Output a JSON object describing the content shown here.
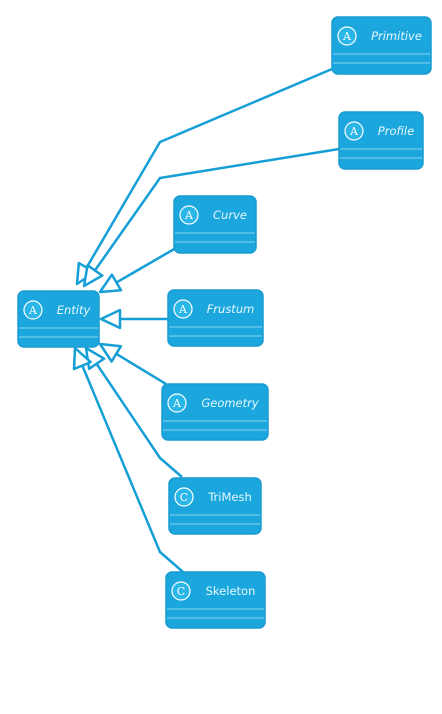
{
  "colors": {
    "class_fill": "#1ba7dd",
    "edge": "#159fd6",
    "text": "#e6f7ff",
    "background": "#ffffff"
  },
  "nodes": [
    {
      "id": "entity",
      "name": "Entity",
      "kind": "A",
      "abstract": true,
      "icon": "abstract-badge-icon"
    },
    {
      "id": "primitive",
      "name": "Primitive",
      "kind": "A",
      "abstract": true,
      "icon": "abstract-badge-icon"
    },
    {
      "id": "profile",
      "name": "Profile",
      "kind": "A",
      "abstract": true,
      "icon": "abstract-badge-icon"
    },
    {
      "id": "curve",
      "name": "Curve",
      "kind": "A",
      "abstract": true,
      "icon": "abstract-badge-icon"
    },
    {
      "id": "frustum",
      "name": "Frustum",
      "kind": "A",
      "abstract": true,
      "icon": "abstract-badge-icon"
    },
    {
      "id": "geometry",
      "name": "Geometry",
      "kind": "A",
      "abstract": true,
      "icon": "abstract-badge-icon"
    },
    {
      "id": "trimesh",
      "name": "TriMesh",
      "kind": "C",
      "abstract": false,
      "icon": "class-badge-icon"
    },
    {
      "id": "skeleton",
      "name": "Skeleton",
      "kind": "C",
      "abstract": false,
      "icon": "class-badge-icon"
    }
  ],
  "edges": [
    {
      "from": "primitive",
      "to": "entity",
      "relation": "generalization"
    },
    {
      "from": "profile",
      "to": "entity",
      "relation": "generalization"
    },
    {
      "from": "curve",
      "to": "entity",
      "relation": "generalization"
    },
    {
      "from": "frustum",
      "to": "entity",
      "relation": "generalization"
    },
    {
      "from": "geometry",
      "to": "entity",
      "relation": "generalization"
    },
    {
      "from": "trimesh",
      "to": "entity",
      "relation": "generalization"
    },
    {
      "from": "skeleton",
      "to": "entity",
      "relation": "generalization"
    }
  ]
}
